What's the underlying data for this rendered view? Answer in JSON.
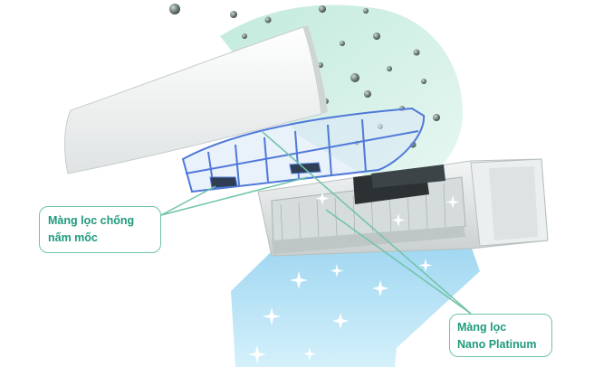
{
  "labels": {
    "anti_mold_filter": [
      "Màng lọc chống",
      "nấm mốc"
    ],
    "nano_platinum_filter": [
      "Màng lọc",
      "Nano Platinum"
    ]
  },
  "colors": {
    "accent": "#1e9a7c",
    "callout_border": "#6fc3a8",
    "leader_line": "#6fc3a8",
    "intake_air": "#cfeee2",
    "outflow_air": "#a8dcf2",
    "filter_frame": "#4f79d8",
    "particles": "#5a6b66"
  },
  "icons": [
    "dust-particle-icon",
    "sparkle-icon"
  ]
}
